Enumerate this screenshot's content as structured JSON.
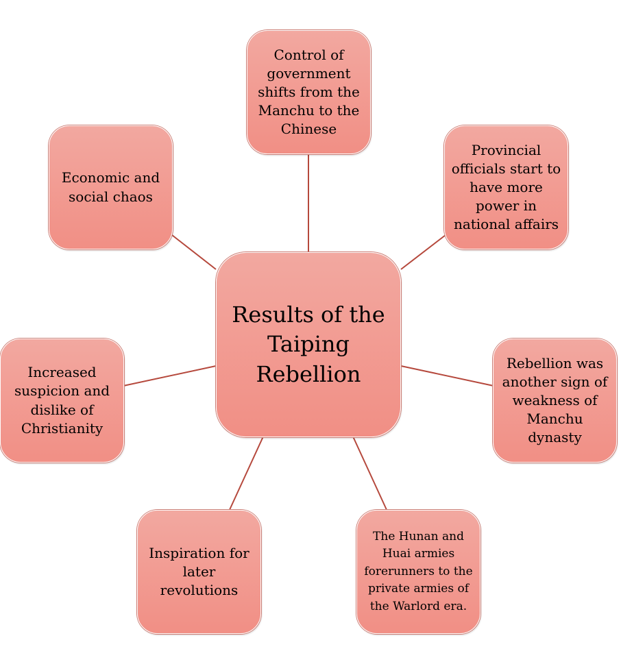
{
  "diagram": {
    "center": "Results of the Taiping Rebellion",
    "nodes": [
      {
        "id": "top",
        "text": "Control of government shifts from the Manchu to the Chinese"
      },
      {
        "id": "top-right",
        "text": "Provincial officials start to have more power in national affairs"
      },
      {
        "id": "right",
        "text": "Rebellion was another sign of weakness of Manchu dynasty"
      },
      {
        "id": "bottom-right",
        "text": "The Hunan and Huai armies forerunners to the private armies of the Warlord era."
      },
      {
        "id": "bottom-left",
        "text": "Inspiration for later revolutions"
      },
      {
        "id": "left",
        "text": "Increased suspicion and dislike of Christianity"
      },
      {
        "id": "top-left",
        "text": "Economic and social chaos"
      }
    ]
  },
  "colors": {
    "box_fill_top": "#f2a8a0",
    "box_fill_bottom": "#f18f85",
    "box_border": "#c9786f",
    "connector": "#b5483c"
  }
}
